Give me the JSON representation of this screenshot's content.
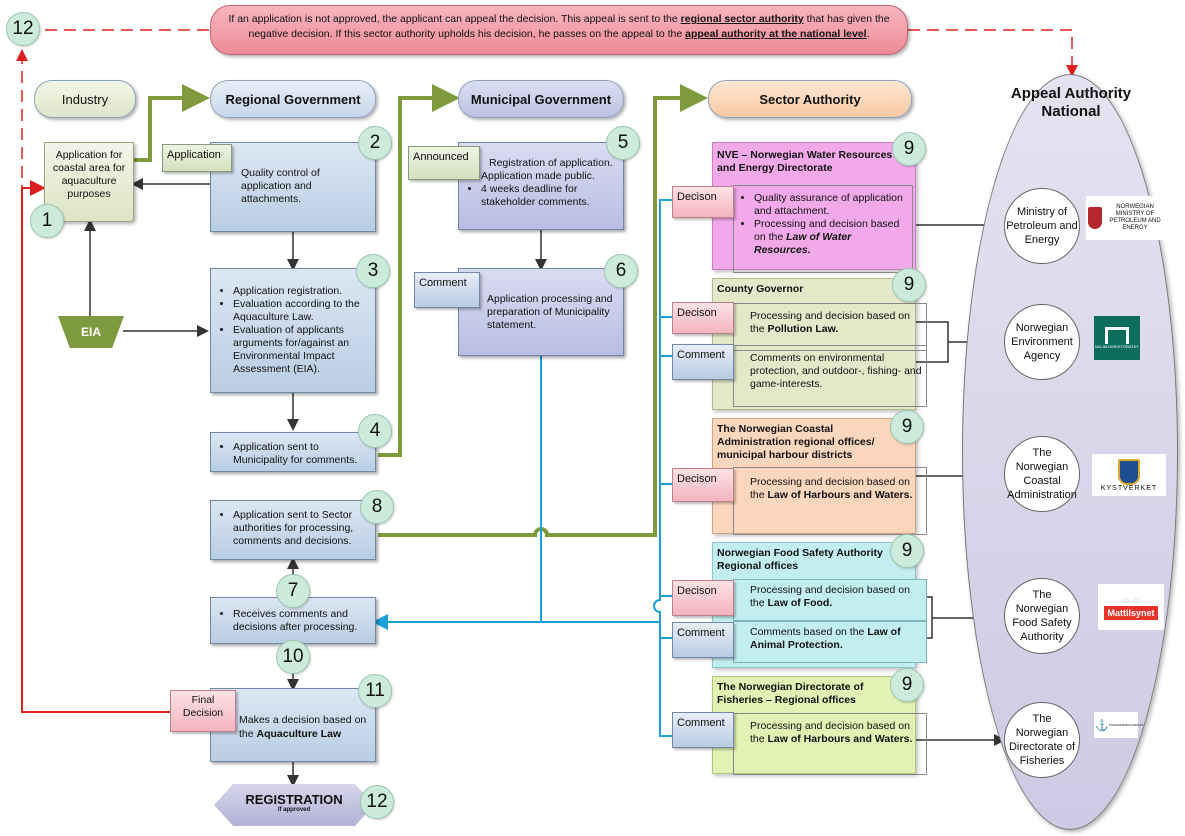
{
  "appeal_note": {
    "part1": "If an application is not approved, the applicant can appeal the decision. This appeal is sent to the ",
    "link1": "regional sector authority",
    "part2": " that has given the negative decision. If this sector authority upholds his decision, he passes on the appeal to the ",
    "link2": "appeal authority at the national level",
    "part3": "."
  },
  "headers": {
    "industry": "Industry",
    "regional": "Regional Government",
    "municipal": "Municipal Government",
    "sector": "Sector Authority",
    "appeal": "Appeal Authority National"
  },
  "steps": {
    "n1": "1",
    "n2": "2",
    "n3": "3",
    "n4": "4",
    "n5": "5",
    "n6": "6",
    "n7": "7",
    "n8": "8",
    "n9": "9",
    "n10": "10",
    "n11": "11",
    "n12": "12"
  },
  "industry": {
    "application_text": "Application for coastal area for aquaculture purposes",
    "eia": "EIA"
  },
  "regional": {
    "application_tag": "Application",
    "step2": "Quality control of application and attachments.",
    "step3": [
      "Application registration.",
      "Evaluation according to the Aquaculture Law.",
      "Evaluation of applicants arguments for/against an Environmental Impact Assessment (EIA)."
    ],
    "step4": "Application sent to Municipality for comments.",
    "step8": "Application sent to Sector authorities for processing, comments and decisions.",
    "step7": "Receives comments and decisions after processing.",
    "final_tag": "Final Decision",
    "step11_prefix": "Makes a decision based on the ",
    "step11_bold": "Aquaculture Law",
    "registration": "REGISTRATION",
    "registration_sub": "If approved"
  },
  "municipal": {
    "announced_tag": "Announced",
    "step5": [
      "Registration of application.",
      "Application made public.",
      "4 weeks deadline for stakeholder comments."
    ],
    "comment_tag": "Comment",
    "step6": "Application processing and preparation of Municipality statement."
  },
  "sector": {
    "decision_tag": "Decison",
    "comment_tag": "Comment",
    "nve": {
      "title": "NVE – Norwegian Water Resources and Energy Directorate",
      "items": [
        "Quality assurance of application and attachment.",
        "Processing and decision based on the "
      ],
      "bold": "Law of Water Resources."
    },
    "county": {
      "title": "County Governor",
      "decision_prefix": "Processing and decision based on the ",
      "decision_bold": "Pollution Law.",
      "comment": "Comments on environmental protection, and outdoor-, fishing- and game-interests."
    },
    "coastal": {
      "title": "The Norwegian Coastal Administration regional offices/ municipal harbour districts",
      "decision_prefix": "Processing and decision based on the ",
      "decision_bold": "Law of Harbours and Waters."
    },
    "food": {
      "title": "Norwegian Food Safety Authority Regional offices",
      "decision_prefix": "Processing and decision based on the ",
      "decision_bold": "Law of Food.",
      "comment_prefix": "Comments based on the ",
      "comment_bold": "Law of Animal Protection."
    },
    "fisheries": {
      "title": "The Norwegian Directorate of Fisheries – Regional offices",
      "comment_prefix": "Processing and decision based on the ",
      "comment_bold": "Law of Harbours and Waters."
    }
  },
  "authorities": {
    "a1": "Ministry of Petroleum and Energy",
    "a2": "Norwegian Environment Agency",
    "a3": "The Norwegian Coastal Administration",
    "a4": "The Norwegian Food Safety Authority",
    "a5": "The Norwegian Directorate of Fisheries"
  },
  "logos": {
    "l1": "NORWEGIAN MINISTRY OF PETROLEUM AND ENERGY",
    "l2": "MILJØ-DIREKTORATET",
    "l3": "KYSTVERKET",
    "l4": "Mattilsynet",
    "l5": "FISKERIDIREKTORATET"
  },
  "colors": {
    "green_arrow": "#7f9a3a",
    "blue_line": "#1ba0dc",
    "red_line": "#e02020",
    "nve_bg": "#f1a9ea",
    "county_bg": "#e3e8c9",
    "coastal_bg": "#fad6bd",
    "food_bg": "#c3eef0",
    "fisheries_bg": "#e2f1b4"
  }
}
